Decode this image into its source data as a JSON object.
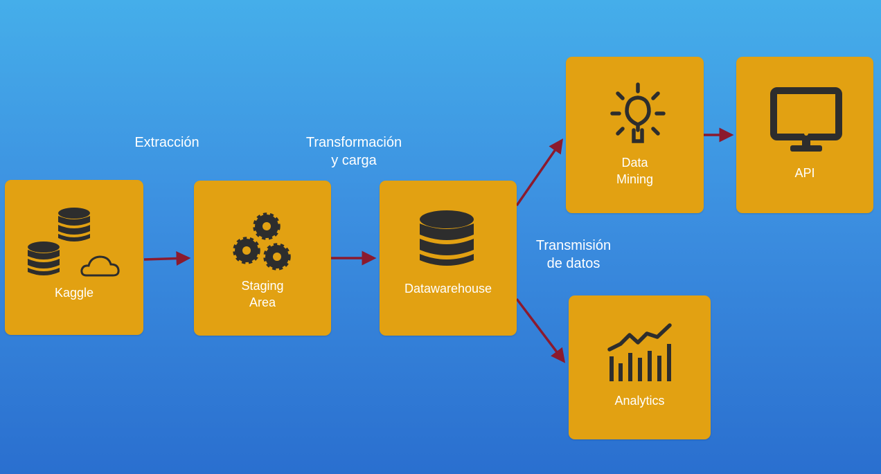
{
  "colors": {
    "background_top": "#45aeea",
    "background_bottom": "#2a6fcf",
    "node_fill": "#e2a112",
    "icon_fill": "#2d2d2d",
    "arrow": "#8b1a2e",
    "text": "#ffffff"
  },
  "nodes": {
    "kaggle": {
      "label": "Kaggle",
      "icon": "database-cloud-icon"
    },
    "staging": {
      "label": "Staging\nArea",
      "icon": "gears-icon"
    },
    "datawarehouse": {
      "label": "Datawarehouse",
      "icon": "database-icon"
    },
    "datamining": {
      "label": "Data\nMining",
      "icon": "lightbulb-icon"
    },
    "api": {
      "label": "API",
      "icon": "monitor-icon"
    },
    "analytics": {
      "label": "Analytics",
      "icon": "bar-line-chart-icon"
    }
  },
  "steps": {
    "extraction": "Extracción",
    "transformation": "Transformación\ny carga",
    "transmission": "Transmisión\nde datos"
  }
}
